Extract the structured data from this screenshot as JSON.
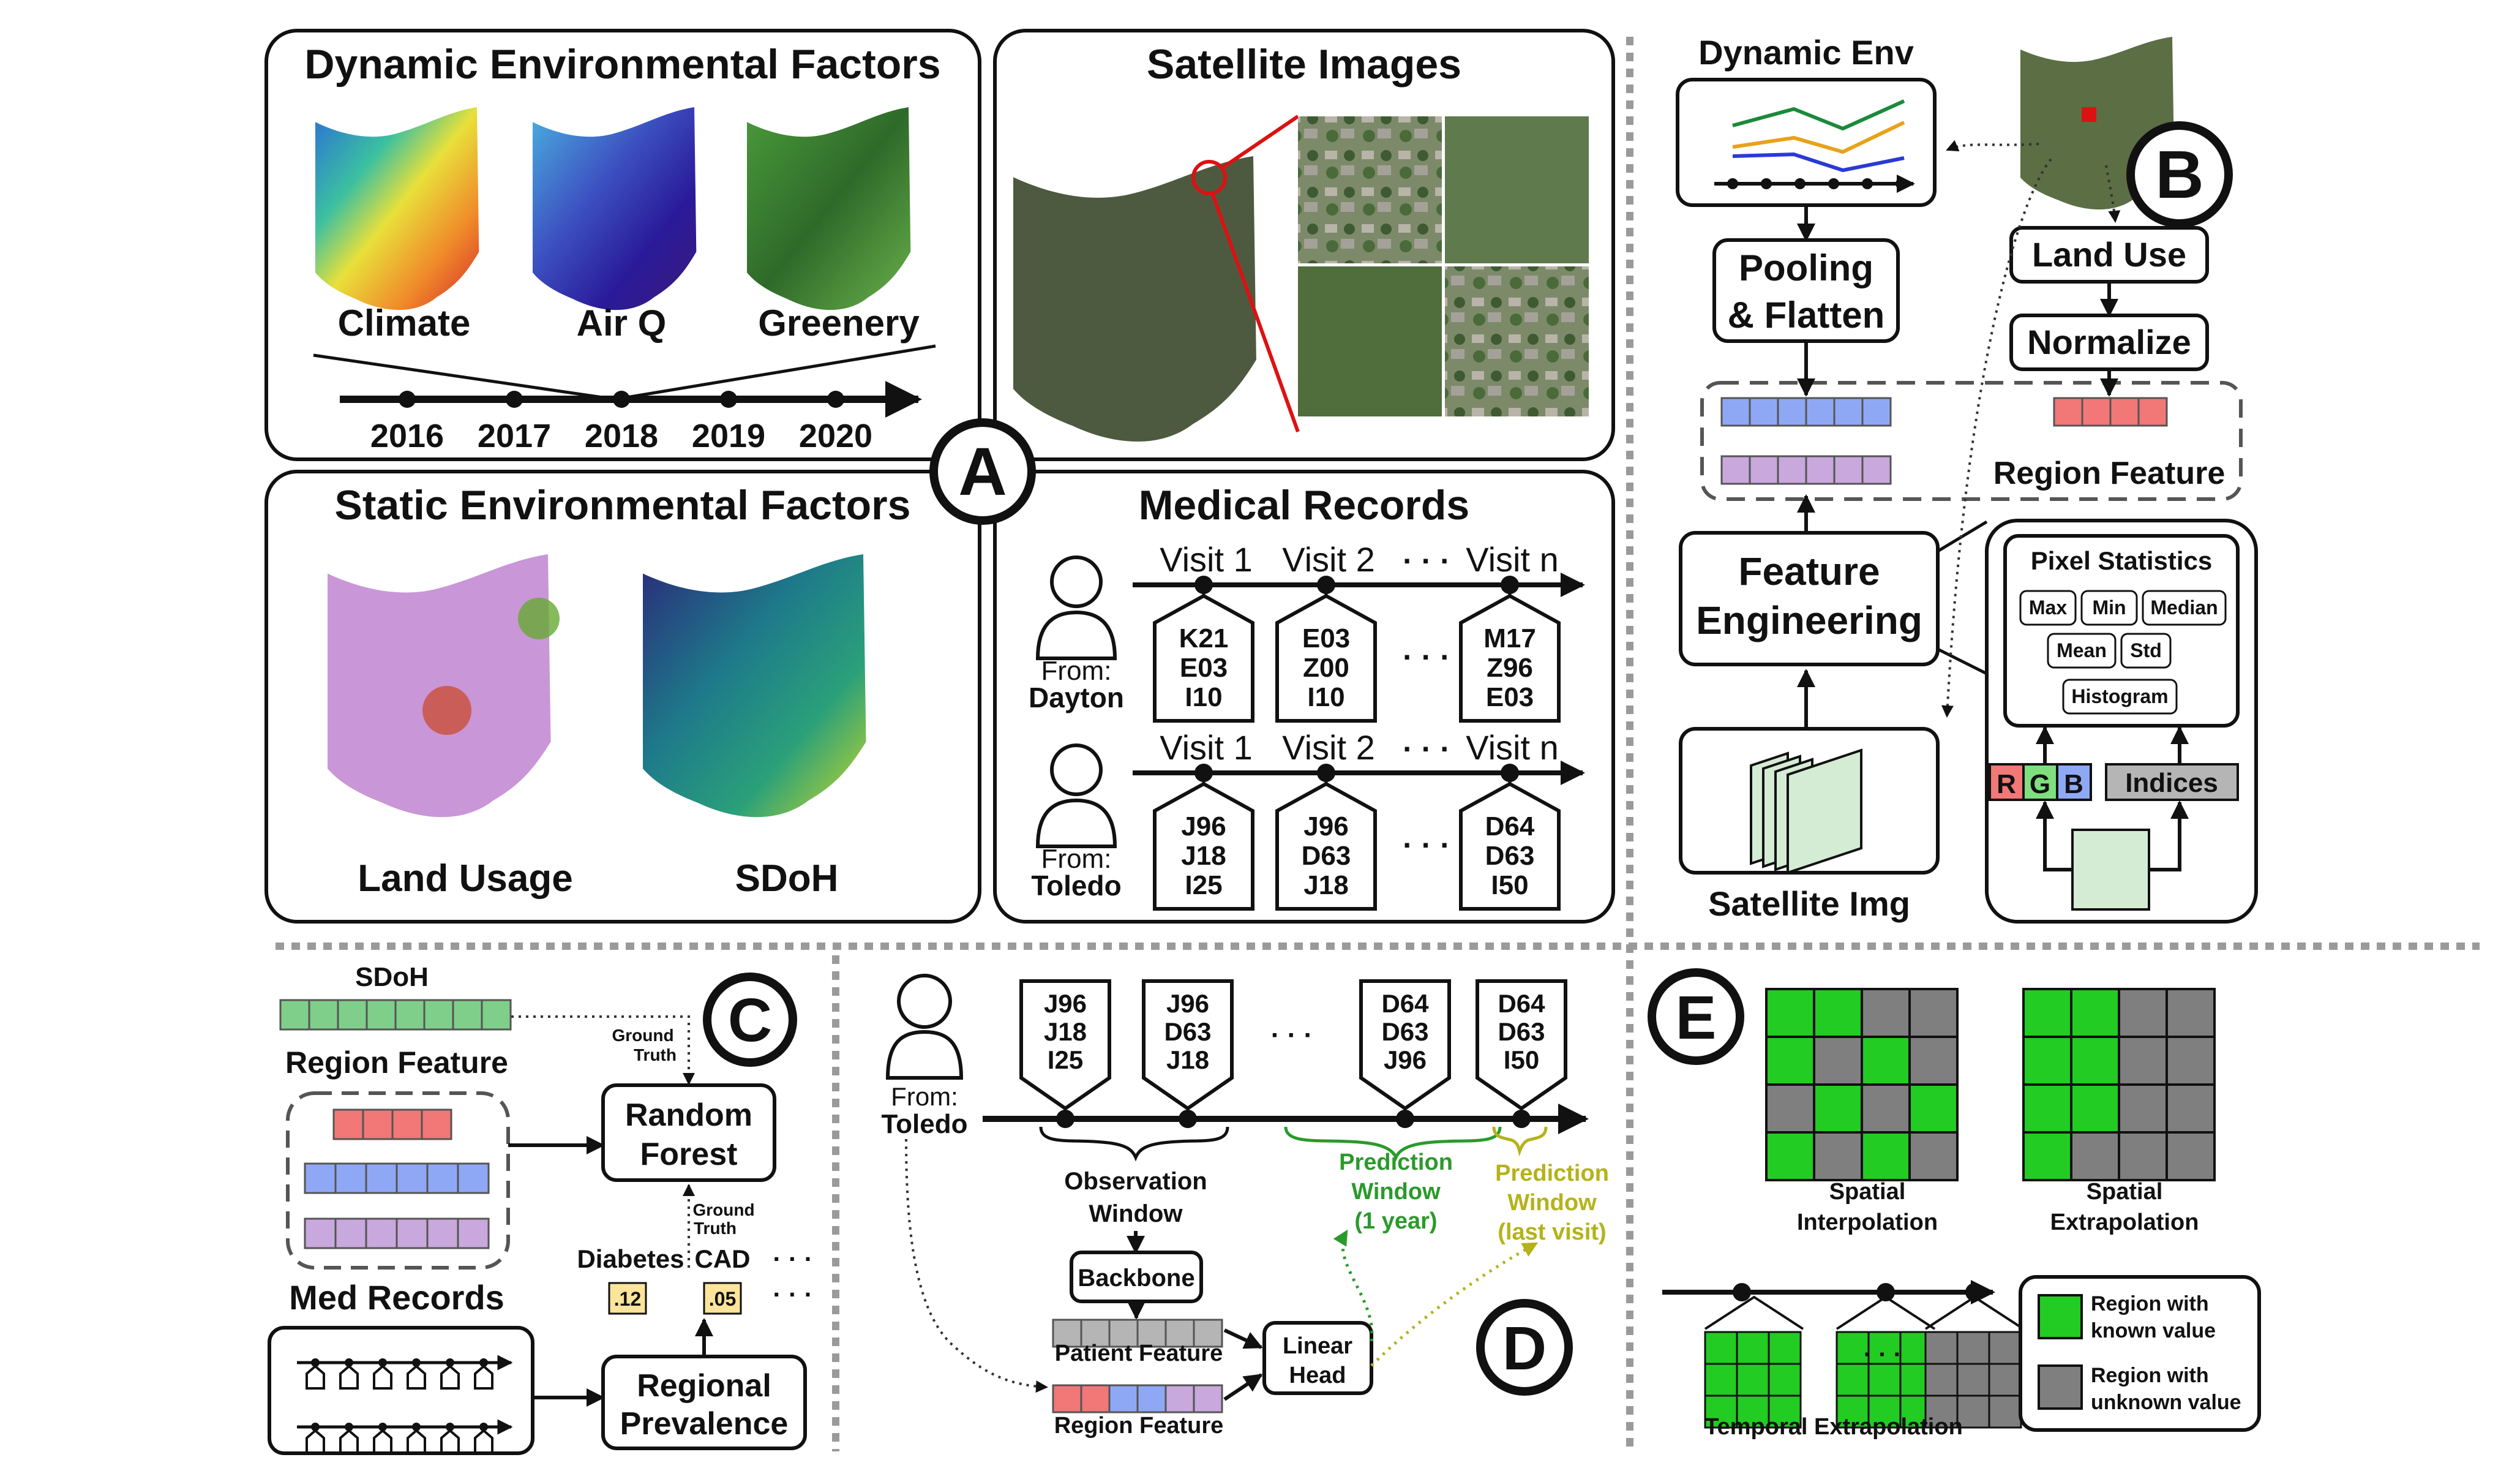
{
  "panelA": {
    "badge": "A",
    "dynamic": {
      "title": "Dynamic Environmental Factors",
      "maps": [
        "Climate",
        "Air Q",
        "Greenery"
      ],
      "years": [
        "2016",
        "2017",
        "2018",
        "2019",
        "2020"
      ]
    },
    "satellite": {
      "title": "Satellite Images"
    },
    "static": {
      "title": "Static Environmental Factors",
      "maps": [
        "Land Usage",
        "SDoH"
      ]
    },
    "medical": {
      "title": "Medical Records",
      "ellipsis": "· · ·",
      "patients": [
        {
          "from_label": "From:",
          "city": "Dayton",
          "visits": [
            "Visit 1",
            "Visit 2",
            "Visit n"
          ],
          "codes": [
            [
              "K21",
              "E03",
              "I10"
            ],
            [
              "E03",
              "Z00",
              "I10"
            ],
            [
              "M17",
              "Z96",
              "E03"
            ]
          ]
        },
        {
          "from_label": "From:",
          "city": "Toledo",
          "visits": [
            "Visit 1",
            "Visit 2",
            "Visit n"
          ],
          "codes": [
            [
              "J96",
              "J18",
              "I25"
            ],
            [
              "J96",
              "D63",
              "J18"
            ],
            [
              "D64",
              "D63",
              "I50"
            ]
          ]
        }
      ]
    }
  },
  "panelB": {
    "badge": "B",
    "dynamic_env": "Dynamic Env",
    "pooling": [
      "Pooling",
      "& Flatten"
    ],
    "land_use": "Land Use",
    "normalize": "Normalize",
    "region_feature": "Region Feature",
    "feature_engineering": [
      "Feature",
      "Engineering"
    ],
    "satellite_img": "Satellite Img",
    "pixel_stats": {
      "title": "Pixel Statistics",
      "items": [
        "Max",
        "Min",
        "Median",
        "Mean",
        "Std",
        "Histogram"
      ]
    },
    "rgb": [
      "R",
      "G",
      "B"
    ],
    "indices": "Indices"
  },
  "panelC": {
    "badge": "C",
    "sdoh": "SDoH",
    "ground_truth": [
      "Ground",
      "Truth"
    ],
    "region_feature": "Region Feature",
    "random_forest": [
      "Random",
      "Forest"
    ],
    "med_records": "Med Records",
    "regional_prevalence": [
      "Regional",
      "Prevalence"
    ],
    "diseases": [
      "Diabetes",
      "CAD"
    ],
    "values": [
      ".12",
      ".05"
    ],
    "ellipsis": "· · ·"
  },
  "panelD": {
    "badge": "D",
    "from_label": "From:",
    "city": "Toledo",
    "codes": [
      [
        "J96",
        "J18",
        "I25"
      ],
      [
        "J96",
        "D63",
        "J18"
      ],
      [
        "D64",
        "D63",
        "J96"
      ],
      [
        "D64",
        "D63",
        "I50"
      ]
    ],
    "ellipsis": "· · ·",
    "observation": [
      "Observation",
      "Window"
    ],
    "prediction_1y": [
      "Prediction",
      "Window",
      "(1 year)"
    ],
    "prediction_last": [
      "Prediction",
      "Window",
      "(last visit)"
    ],
    "backbone": "Backbone",
    "patient_feature": "Patient Feature",
    "region_feature": "Region Feature",
    "linear_head": [
      "Linear",
      "Head"
    ]
  },
  "panelE": {
    "badge": "E",
    "spatial_interp": [
      "Spatial",
      "Interpolation"
    ],
    "spatial_extrap": [
      "Spatial",
      "Extrapolation"
    ],
    "temporal_extrap": "Temporal Extrapolation",
    "ellipsis": "· · ·",
    "legend_known": [
      "Region with",
      "known value"
    ],
    "legend_unknown": [
      "Region with",
      "unknown value"
    ],
    "grid_interp": [
      [
        1,
        1,
        0,
        0
      ],
      [
        1,
        0,
        1,
        0
      ],
      [
        0,
        1,
        0,
        1
      ],
      [
        1,
        0,
        1,
        0
      ]
    ],
    "grid_extrap": [
      [
        1,
        1,
        0,
        0
      ],
      [
        1,
        1,
        0,
        0
      ],
      [
        1,
        1,
        0,
        0
      ],
      [
        1,
        0,
        0,
        0
      ]
    ]
  },
  "colors": {
    "known": "#22cc22",
    "unknown": "#7f7f7f",
    "red_feat": "#f27777",
    "blue_feat": "#8fa8f5",
    "purple_feat": "#c9a8dd",
    "green_feat": "#7fcf8a",
    "gray_feat": "#b5b5b5",
    "value_box": "#fce49a",
    "pred_green": "#2a9a2a",
    "pred_olive": "#b5b21a",
    "red_line": "#dd1111"
  }
}
